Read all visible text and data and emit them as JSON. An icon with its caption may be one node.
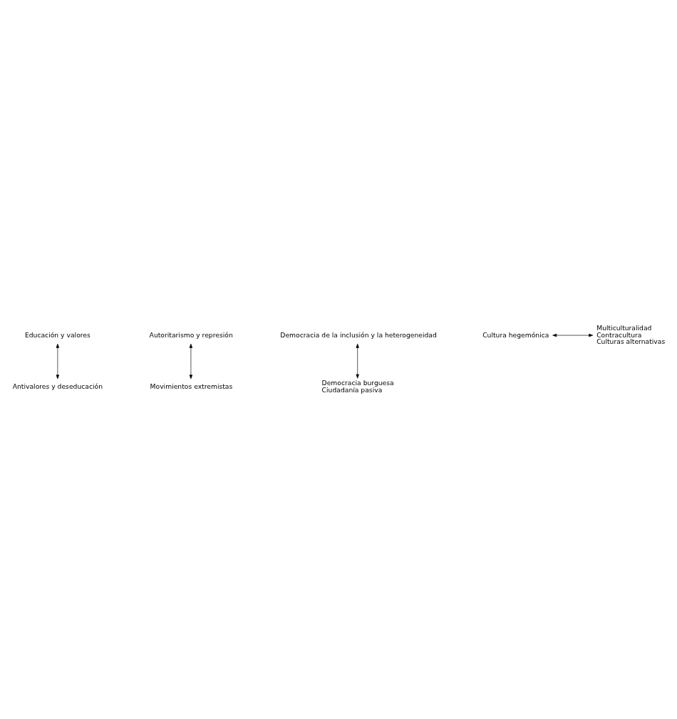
{
  "diagram": {
    "nodes": [
      {
        "text": [
          "Educación y valores"
        ]
      },
      {
        "text": [
          "Autoritarismo y represión"
        ]
      },
      {
        "text": [
          "Democracia de la inclusión y la heterogeneidad"
        ]
      },
      {
        "text": [
          "Cultura hegemónica"
        ]
      },
      {
        "text": [
          "Multiculturalidad",
          "Contracultura",
          "Culturas alternativas"
        ]
      },
      {
        "text": [
          "Democracia burguesa",
          "Ciudadanía pasiva"
        ]
      },
      {
        "text": [
          "Movimientos extremistas"
        ]
      },
      {
        "text": [
          "Antivalores y deseducación"
        ]
      }
    ],
    "edges": [
      {
        "from": 0,
        "to": 7,
        "arrow": "both"
      },
      {
        "from": 3,
        "to": 4,
        "arrow": "both"
      },
      {
        "from": 1,
        "to": 6,
        "arrow": "both"
      },
      {
        "from": 2,
        "to": 5,
        "arrow": "both"
      }
    ]
  }
}
